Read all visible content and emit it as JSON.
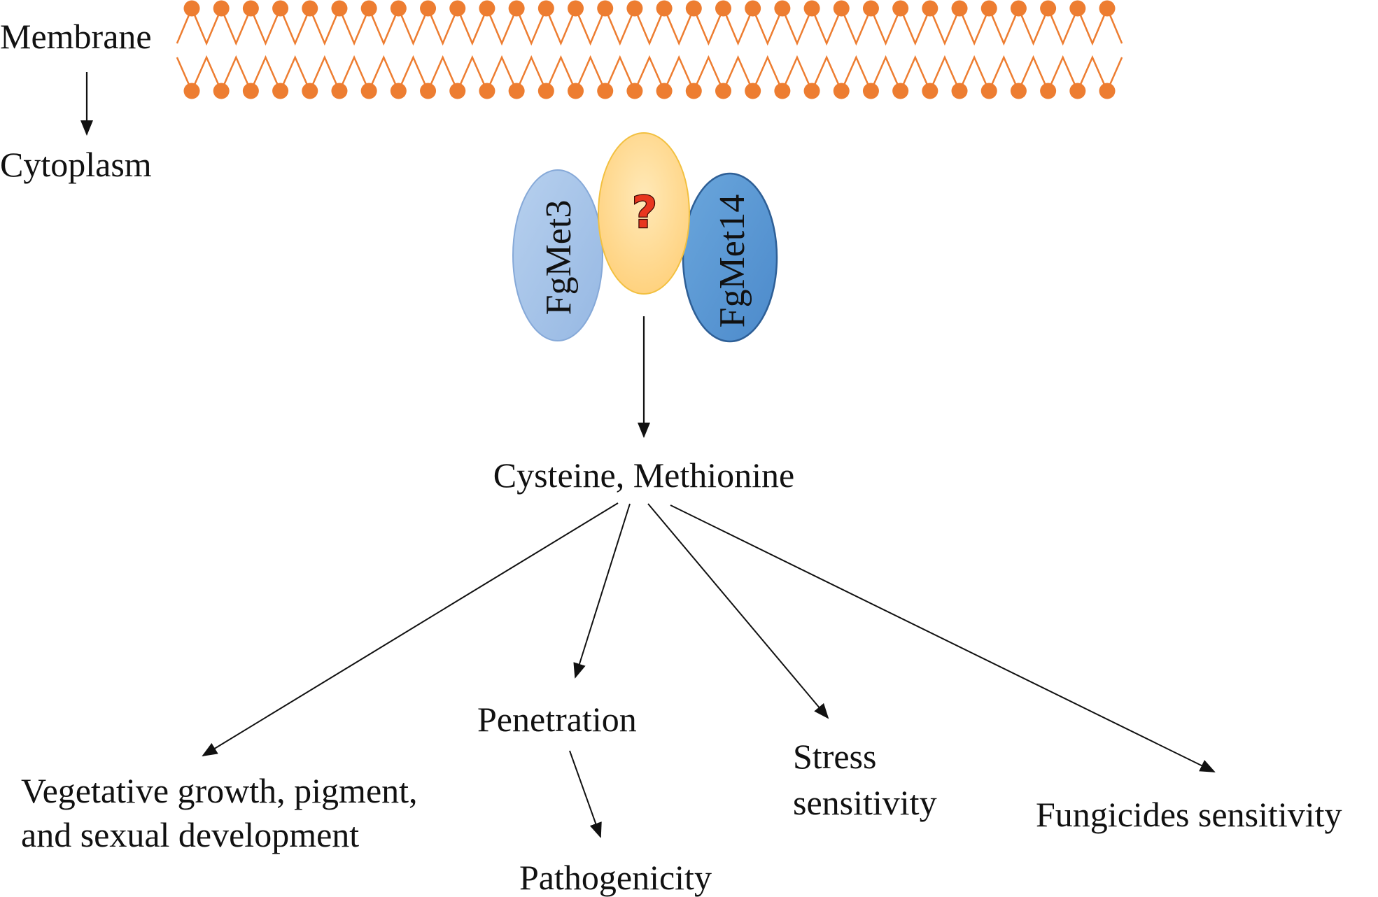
{
  "labels": {
    "membrane": "Membrane",
    "cytoplasm": "Cytoplasm",
    "cys_met": "Cysteine, Methionine",
    "penetration": "Penetration",
    "pathogenicity": "Pathogenicity",
    "stress_line1": "Stress",
    "stress_line2": "sensitivity",
    "fungicides": "Fungicides sensitivity",
    "veg_line1": "Vegetative growth, pigment,",
    "veg_line2": "and sexual development"
  },
  "proteins": {
    "met3": "FgMet3",
    "met14": "FgMet14",
    "unknown_mark": "?"
  },
  "colors": {
    "membrane": "#ED7D31",
    "met3_fill": "#A4C2E8",
    "met3_stroke": "#7FA6D6",
    "unknown_fill": "#FFD68A",
    "unknown_stroke": "#F5C242",
    "met14_fill": "#5B9BD5",
    "met14_stroke": "#2E5F96",
    "question": "#E8361F",
    "arrow": "#111111"
  }
}
